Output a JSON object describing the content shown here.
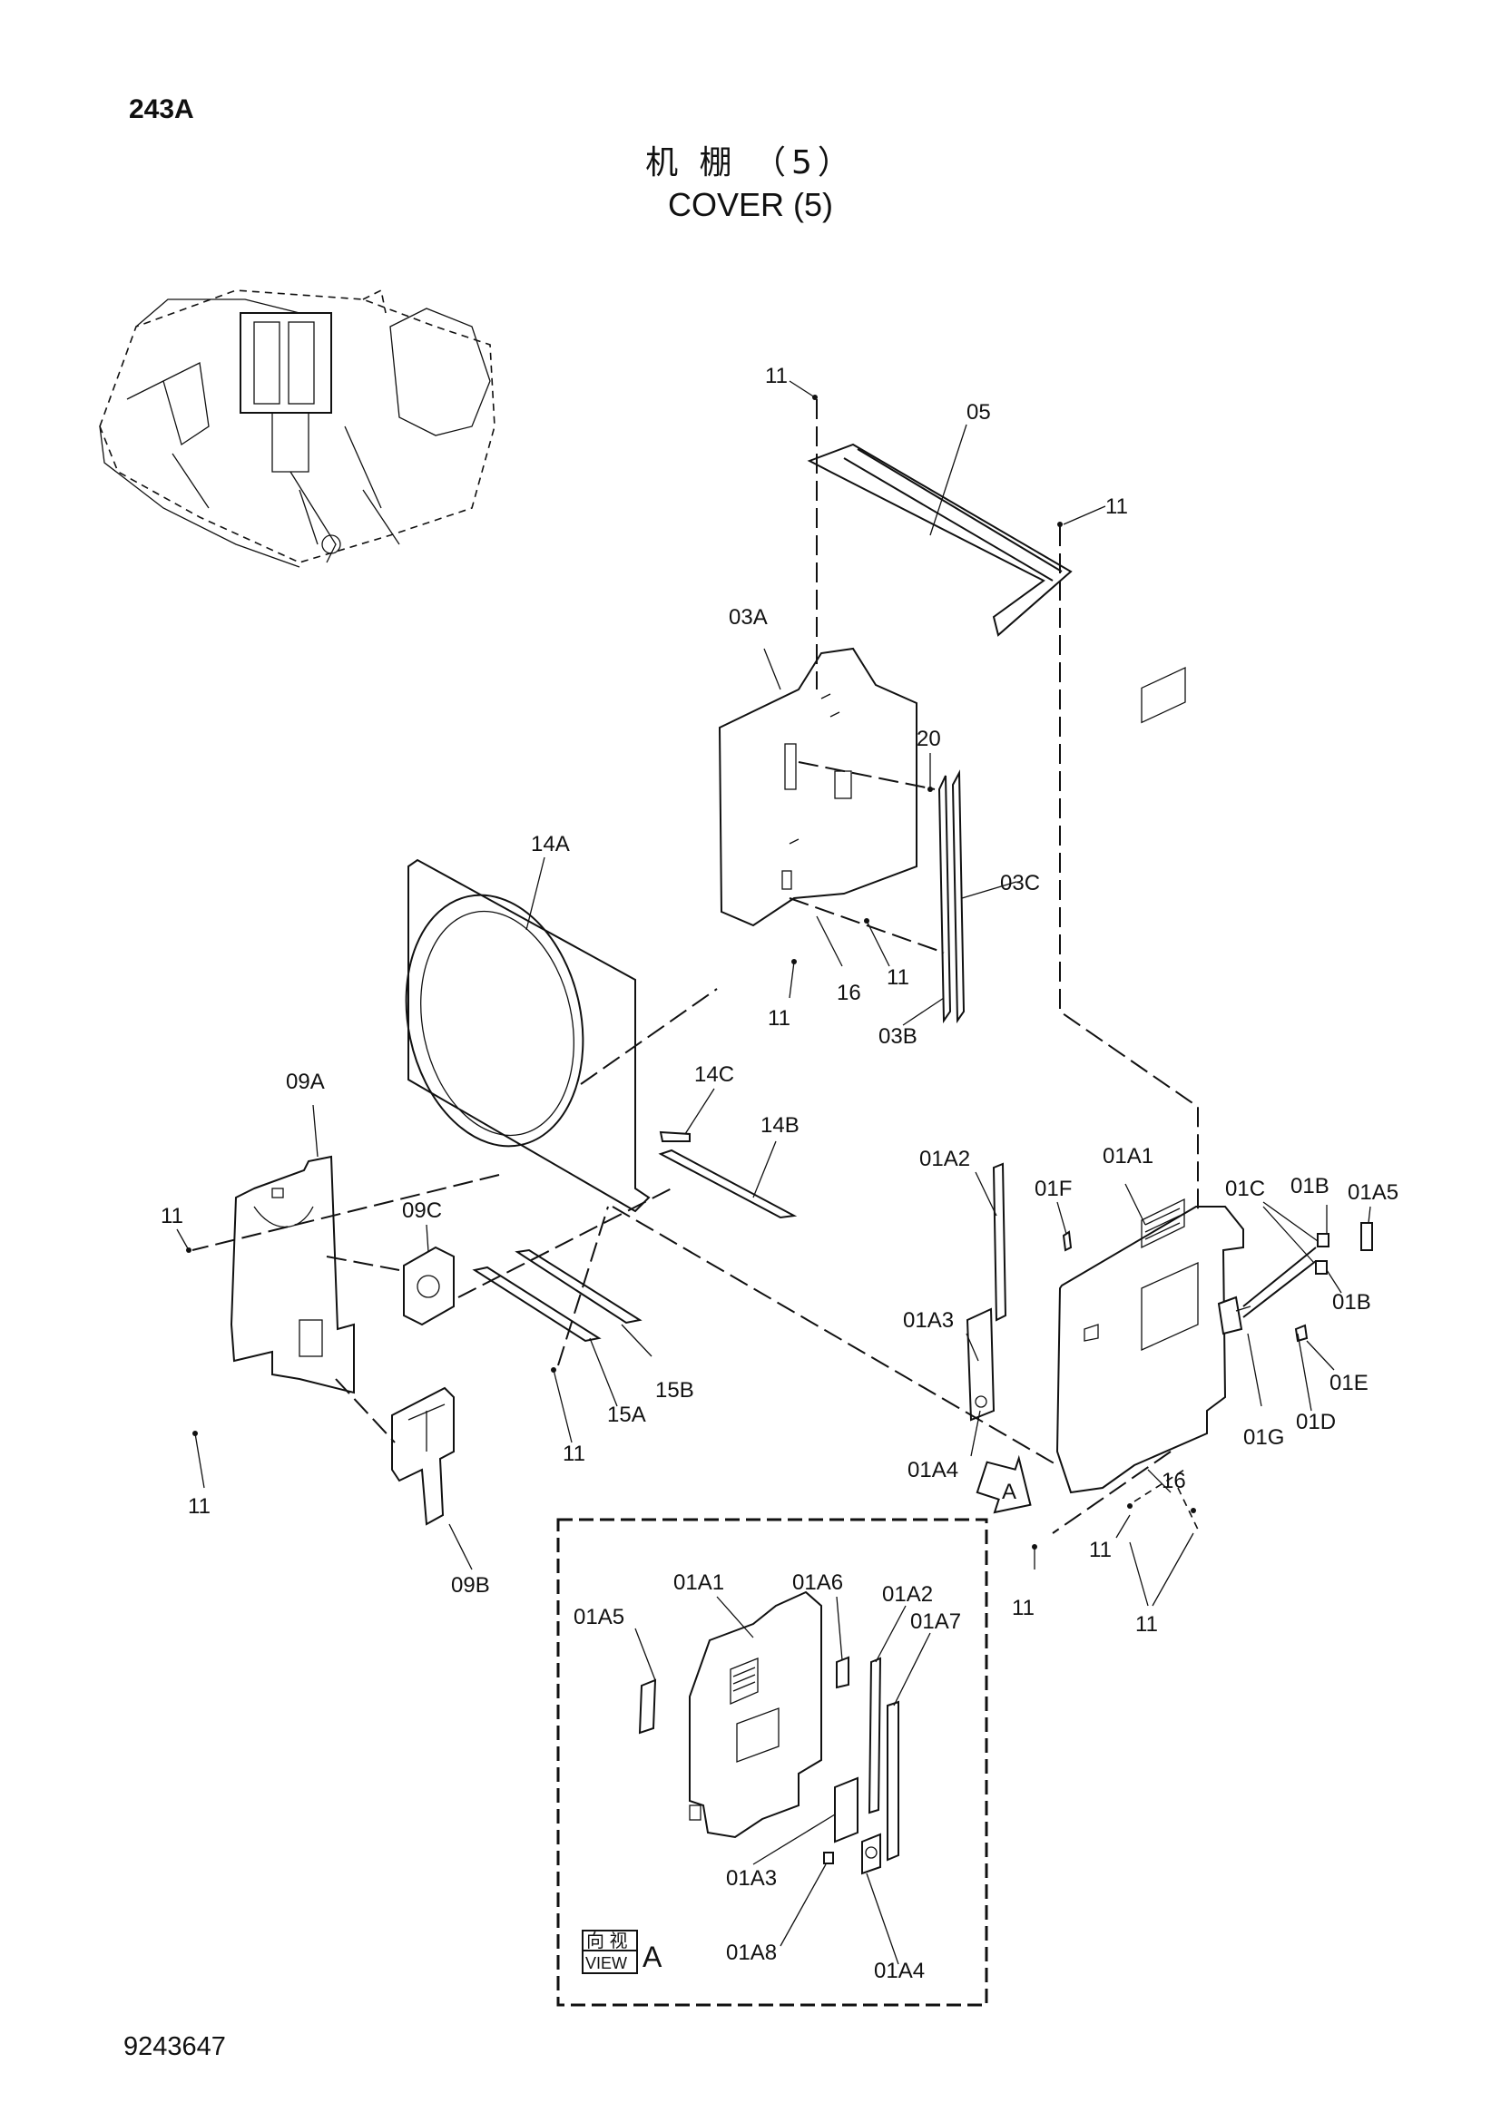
{
  "header": {
    "page_code": "243A",
    "title_cn": "机 棚 （5）",
    "title_en": "COVER (5)"
  },
  "footer": {
    "doc_number": "9243647"
  },
  "part_labels": {
    "p11_a": "11",
    "p05": "05",
    "p11_b": "11",
    "p03A": "03A",
    "p20": "20",
    "p03C": "03C",
    "p16_a": "16",
    "p11_c": "11",
    "p11_d": "11",
    "p03B": "03B",
    "p14A": "14A",
    "p09A": "09A",
    "p14C": "14C",
    "p14B": "14B",
    "p11_e": "11",
    "p09C": "09C",
    "p15B": "15B",
    "p15A": "15A",
    "p11_f": "11",
    "p11_g": "11",
    "p09B": "09B",
    "p01A2": "01A2",
    "p01F": "01F",
    "p01A1": "01A1",
    "p01C": "01C",
    "p01B_a": "01B",
    "p01A5": "01A5",
    "p01B_b": "01B",
    "p01A3": "01A3",
    "p01E": "01E",
    "p01G": "01G",
    "p01D": "01D",
    "p01A4": "01A4",
    "p16_b": "16",
    "p11_h": "11",
    "p11_i": "11",
    "p11_j": "11"
  },
  "view_a_labels": {
    "v01A1": "01A1",
    "v01A6": "01A6",
    "v01A2": "01A2",
    "v01A7": "01A7",
    "v01A5": "01A5",
    "v01A3": "01A3",
    "v01A8": "01A8",
    "v01A4": "01A4"
  },
  "view_marker": {
    "letter": "A",
    "cn": "向 视",
    "en": "VIEW",
    "suffix": "A"
  }
}
